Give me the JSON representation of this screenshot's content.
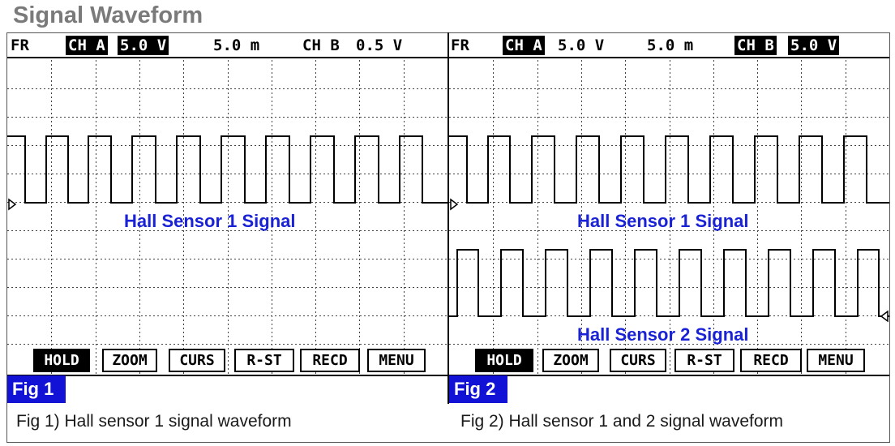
{
  "page": {
    "title": "Signal Waveform"
  },
  "colors": {
    "label": "#1a22d6",
    "badge": "#1212d6",
    "title": "#7a7a7a"
  },
  "panels": [
    {
      "header": {
        "fr": "FR",
        "ch_a_tag": "CH A",
        "ch_a_value": "5.0 V",
        "timebase": "5.0 m",
        "ch_b_tag": "CH B",
        "ch_b_value": "0.5 V"
      },
      "signal_labels": [
        "Hall Sensor 1 Signal"
      ],
      "buttons": [
        "HOLD",
        "ZOOM",
        "CURS",
        "R-ST",
        "RECD",
        "MENU"
      ],
      "fig_badge": "Fig 1",
      "caption": "Fig 1) Hall sensor 1 signal waveform"
    },
    {
      "header": {
        "fr": "FR",
        "ch_a_tag": "CH A",
        "ch_a_value": "5.0 V",
        "timebase": "5.0 m",
        "ch_b_tag": "CH B",
        "ch_b_value": "5.0 V"
      },
      "signal_labels": [
        "Hall Sensor 1 Signal",
        "Hall Sensor 2 Signal"
      ],
      "buttons": [
        "HOLD",
        "ZOOM",
        "CURS",
        "R-ST",
        "RECD",
        "MENU"
      ],
      "fig_badge": "Fig 2",
      "caption": "Fig 2) Hall sensor 1 and 2 signal waveform"
    }
  ]
}
